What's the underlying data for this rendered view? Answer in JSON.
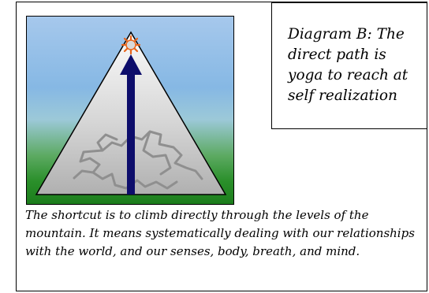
{
  "diagram": {
    "caption": "Diagram B: The direct path is yoga to reach at self realization",
    "body": "The shortcut is to climb directly through the levels of the mountain. It means systematically dealing with our relationships with the world, and our senses, body, breath, and mind.",
    "colors": {
      "sky": "#86b8e4",
      "ground": "#1c7d1c",
      "arrow": "#0d0d6b",
      "sun": "#e8641a",
      "winding_path": "#8a8a8a"
    },
    "icons": {
      "summit": "sun-icon",
      "path": "direct-arrow",
      "detour": "winding-path"
    }
  }
}
